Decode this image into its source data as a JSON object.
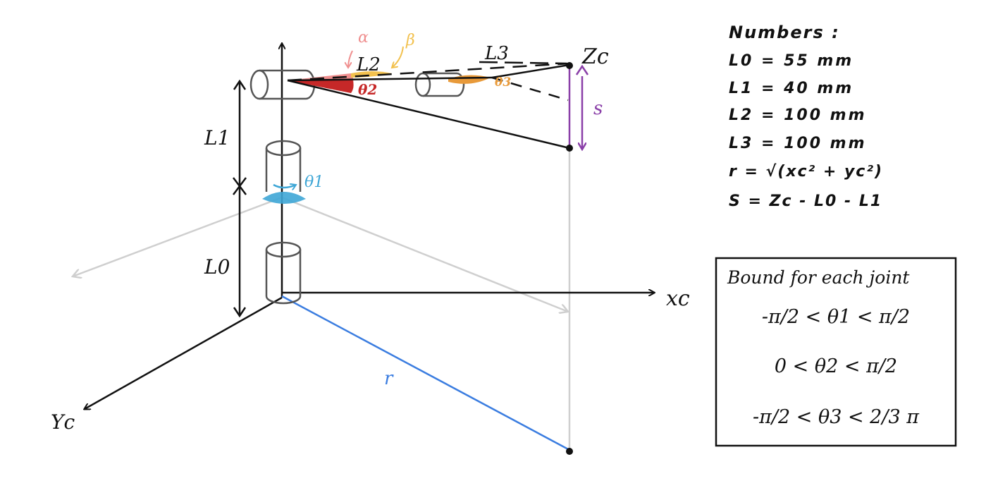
{
  "axes": {
    "z_label": "Zc",
    "x_label": "xc",
    "y_label": "Yc"
  },
  "dims": {
    "l0": "L0",
    "l1": "L1",
    "l2": "L2",
    "l3": "L3",
    "r": "r",
    "s": "s"
  },
  "angles": {
    "theta1": "θ1",
    "theta2": "θ2",
    "theta3": "θ3",
    "alpha": "α",
    "beta": "β"
  },
  "numbers": {
    "header": "Numbers :",
    "l0": "L0 = 55 mm",
    "l1": "L1 = 40 mm",
    "l2": "L2 = 100 mm",
    "l3": "L3 = 100 mm",
    "r": "r = √(xc² + yc²)",
    "s": "S = Zc - L0 - L1"
  },
  "bounds": {
    "title": "Bound for each joint",
    "theta1": "-π/2 < θ1 < π/2",
    "theta2": "0 < θ2 < π/2",
    "theta3": "-π/2 < θ3 < 2/3 π"
  },
  "colors": {
    "ink": "#111111",
    "light_gray": "#cfcfcf",
    "r_blue": "#3b7de0",
    "s_purple": "#8a3fa8",
    "theta1_blue": "#3ea6d6",
    "theta2_red": "#c62828",
    "theta3_orange": "#e89a3a",
    "alpha_pink": "#ef8f8f",
    "beta_yellow": "#f2c14e"
  }
}
